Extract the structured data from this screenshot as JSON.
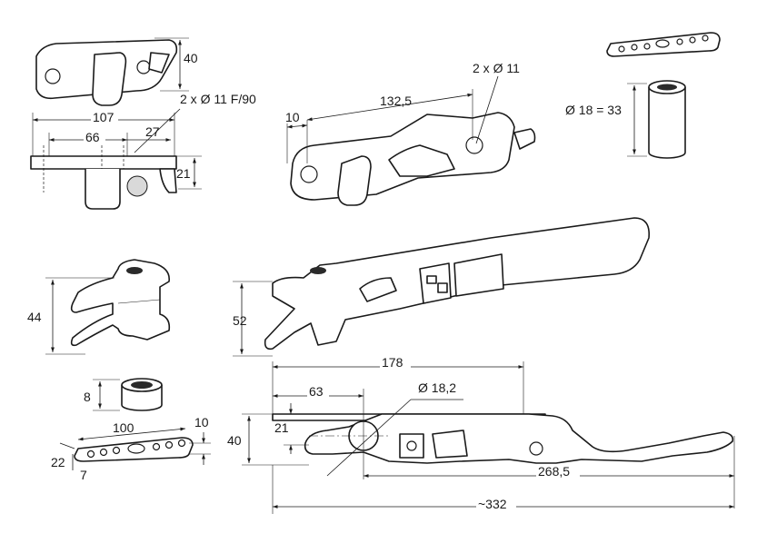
{
  "dimensions": {
    "plate_height": "40",
    "plate_holes": "2 x Ø 11 F/90",
    "plate_length": "107",
    "plate_hole_spacing": "66",
    "plate_offset": "27",
    "plate_depth": "21",
    "keeper_holes": "2 x Ø 11",
    "keeper_offset": "10",
    "keeper_length": "132,5",
    "roller_spec": "Ø 18 = 33",
    "cam_height": "44",
    "lever_height": "52",
    "spacer_height": "8",
    "strip_length": "100",
    "strip_width": "10",
    "strip_offset": "22",
    "strip_thickness": "7",
    "side_length": "178",
    "side_offset": "63",
    "side_roller": "Ø 18,2",
    "side_height": "40",
    "side_depth": "21",
    "side_reach": "268,5",
    "overall_length": "~332"
  }
}
